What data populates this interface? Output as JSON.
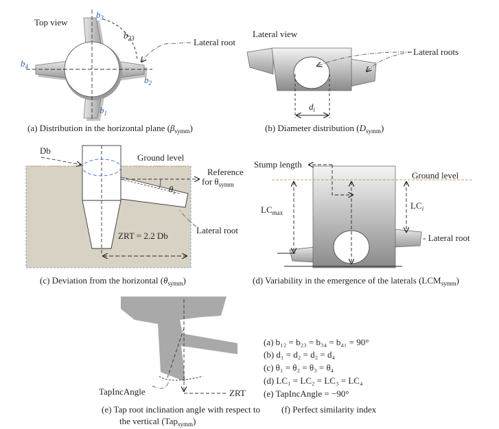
{
  "panel_a": {
    "view_label": "Top view",
    "b1": "b",
    "b1_sub": "1",
    "b2": "b",
    "b2_sub": "2",
    "b3": "b",
    "b3_sub": "3",
    "b4": "b",
    "b4_sub": "4",
    "b23": "b",
    "b23_sub": "23",
    "lateral_root": "Lateral root",
    "caption_pre": "(a)  Distribution in the horizontal plane (",
    "caption_sym": "β",
    "caption_sub": "symm",
    "caption_post": ")"
  },
  "panel_b": {
    "view_label": "Lateral view",
    "lateral_roots": "Lateral roots",
    "di": "d",
    "di_sub": "i",
    "caption_pre": "(b)  Diameter distribution (",
    "caption_sym": "D",
    "caption_sub": "symm",
    "caption_post": ")"
  },
  "panel_c": {
    "db": "Db",
    "ground_level": "Ground level",
    "reference_line1": "Reference",
    "reference_line2": "for θ",
    "reference_sub": "symm",
    "theta_i": "θ",
    "theta_i_sub": "i",
    "zrt": "ZRT = 2.2 Db",
    "lateral_root": "Lateral root",
    "caption_pre": "(c)  Deviation from the horizontal (",
    "caption_sym": "θ",
    "caption_sub": "symm",
    "caption_post": ")"
  },
  "panel_d": {
    "stump_length": "Stump length",
    "ground_level": "Ground level",
    "lcmax": "LC",
    "lcmax_sub": "max",
    "lci": "LC",
    "lci_sub": "i",
    "lateral_root": "- Lateral root",
    "caption_pre": "(d)  Variability in the emergence of the laterals (LCM",
    "caption_sub": "symm",
    "caption_post": ")"
  },
  "panel_e": {
    "tapincangle": "TapIncAngle",
    "zrt": "ZRT",
    "caption_line1": "(e)  Tap root inclination angle with respect to",
    "caption_line2_pre": "the vertical (Tap",
    "caption_line2_sub": "symm",
    "caption_line2_post": ")"
  },
  "panel_f": {
    "eq_a": "(a) b₁₂ = b₂₃ = b₃₄ = b₄₁ = 90°",
    "eq_b": "(b) d₁ = d₂ = d₂ = d₄",
    "eq_c": "(c) θ₁ = θ₂ = θ₃ = θ₄",
    "eq_d": "(d) LC₁ = LC₂ = LC₃ = LC₄",
    "eq_e": "(e) TapIncAngle = −90°",
    "caption": "(f)  Perfect similarity index"
  },
  "colors": {
    "root_gray": "#b4b4b4",
    "dark_gray": "#9a9a9a",
    "soil": "#d8d2c4",
    "label_blue": "#2a5d9f",
    "ground_line": "#c8a06a"
  }
}
